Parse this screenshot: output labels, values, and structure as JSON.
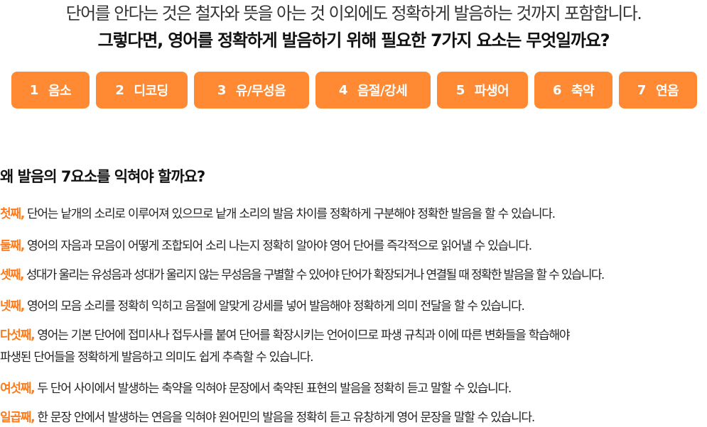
{
  "intro": {
    "line1": "단어를 안다는 것은 철자와 뜻을 아는 것 이외에도 정확하게 발음하는 것까지 포함합니다.",
    "line2": "그렇다면, 영어를 정확하게 발음하기 위해 필요한 7가지 요소는 무엇일까요?"
  },
  "elements": [
    {
      "num": "1",
      "label": "음소"
    },
    {
      "num": "2",
      "label": "디코딩"
    },
    {
      "num": "3",
      "label": "유/무성음"
    },
    {
      "num": "4",
      "label": "음절/강세"
    },
    {
      "num": "5",
      "label": "파생어"
    },
    {
      "num": "6",
      "label": "축약"
    },
    {
      "num": "7",
      "label": "연음"
    }
  ],
  "colors": {
    "accent": "#ff8a33",
    "ordinal": "#ff7a1a"
  },
  "why": {
    "title": "왜 발음의 7요소를 익혀야 할까요?",
    "reasons": [
      {
        "ordinal": "첫째,",
        "text": "단어는 낱개의 소리로 이루어져 있으므로 낱개 소리의 발음 차이를 정확하게 구분해야 정확한 발음을 할 수 있습니다."
      },
      {
        "ordinal": "둘째,",
        "text": "영어의 자음과 모음이 어떻게 조합되어 소리 나는지 정확히 알아야 영어 단어를 즉각적으로 읽어낼 수 있습니다."
      },
      {
        "ordinal": "셋째,",
        "text": "성대가 울리는 유성음과 성대가 울리지 않는 무성음을 구별할 수 있어야 단어가 확장되거나 연결될 때 정확한 발음을 할 수 있습니다."
      },
      {
        "ordinal": "넷째,",
        "text": "영어의 모음 소리를 정확히 익히고 음절에 알맞게 강세를 넣어 발음해야 정확하게 의미 전달을 할 수 있습니다."
      },
      {
        "ordinal": "다섯째,",
        "text": "영어는 기본 단어에 접미사나 접두사를 붙여 단어를 확장시키는 언어이므로 파생 규칙과 이에 따른 변화들을 학습해야",
        "text2": "파생된 단어들을 정확하게 발음하고 의미도 쉽게 추측할 수 있습니다."
      },
      {
        "ordinal": "여섯째,",
        "text": "두 단어 사이에서 발생하는 축약을 익혀야 문장에서 축약된 표현의 발음을 정확히 듣고 말할 수 있습니다."
      },
      {
        "ordinal": "일곱째,",
        "text": "한 문장 안에서 발생하는 연음을 익혀야 원어민의 발음을 정확히 듣고 유창하게 영어 문장을 말할 수 있습니다."
      }
    ]
  }
}
